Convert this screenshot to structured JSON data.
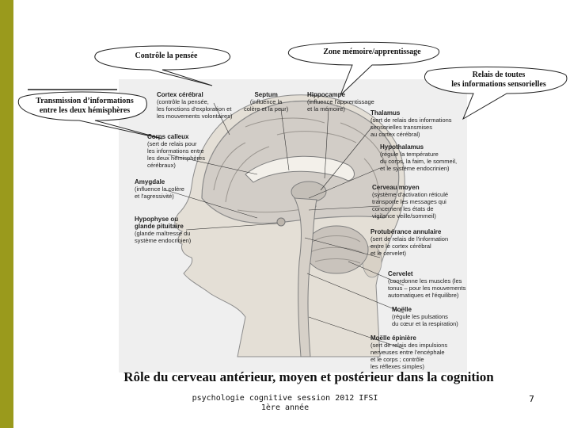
{
  "callouts": {
    "cortex_thought": "Contrôle la pensée",
    "memory_zone": "Zone mémoire/apprentissage",
    "sensory_relay": "Relais de toutes\nles informations sensorielles",
    "hemisphere_transmission": "Transmission d’informations\nentre les deux hémisphères"
  },
  "figure_labels": {
    "cortex": {
      "title": "Cortex cérébral",
      "desc": "(contrôle la pensée,\nles fonctions d'exploration et\nles mouvements volontaires)"
    },
    "septum": {
      "title": "Septum",
      "desc": "(influence la\ncolère et la peur)"
    },
    "hippocampe": {
      "title": "Hippocampe",
      "desc": "(influence l'apprentissage\net la mémoire)"
    },
    "thalamus": {
      "title": "Thalamus",
      "desc": "(sert de relais des informations\nsensorielles transmises\nau cortex cérébral)"
    },
    "corps_calleux": {
      "title": "Corps calleux",
      "desc": "(sert de relais pour\nles informations entre\nles deux hémisphères\ncérébraux)"
    },
    "hypothalamus": {
      "title": "Hypothalamus",
      "desc": "(régule la température\ndu corps, la faim, le sommeil,\net le système endocrinien)"
    },
    "amygdale": {
      "title": "Amygdale",
      "desc": "(influence la colère\net l'agressivité)"
    },
    "cerveau_moyen": {
      "title": "Cerveau moyen",
      "desc": "(système d'activation réticulé\ntransporte les messages qui\nconcernent les états de\nvigilance veille/sommeil)"
    },
    "hypophyse": {
      "title": "Hypophyse ou\nglande pituitaire",
      "desc": "(glande maîtresse du\nsystème endocrinien)"
    },
    "protuberance": {
      "title": "Protubérance annulaire",
      "desc": "(sert de relais de l'information\nentre le cortex cérébral\net le cervelet)"
    },
    "cervelet": {
      "title": "Cervelet",
      "desc": "(coordonne les muscles (les\ntonus – pour les mouvements\nautomatiques et l'équilibre)"
    },
    "moelle": {
      "title": "Moëlle",
      "desc": "(régule les pulsations\ndu cœur et la respiration)"
    },
    "moelle_epiniere": {
      "title": "Moëlle épinière",
      "desc": "(sert de relais des impulsions\nnerveuses entre l'encéphale\net le corps ; contrôle\nles réflexes simples)"
    }
  },
  "caption": "Rôle du cerveau antérieur, moyen et postérieur dans la cognition",
  "footer": "psychologie cognitive session 2012 IFSI\n1ère année",
  "page_number": "7",
  "colors": {
    "accent_bar": "#9a9a1c",
    "figure_bg": "#efefef"
  }
}
